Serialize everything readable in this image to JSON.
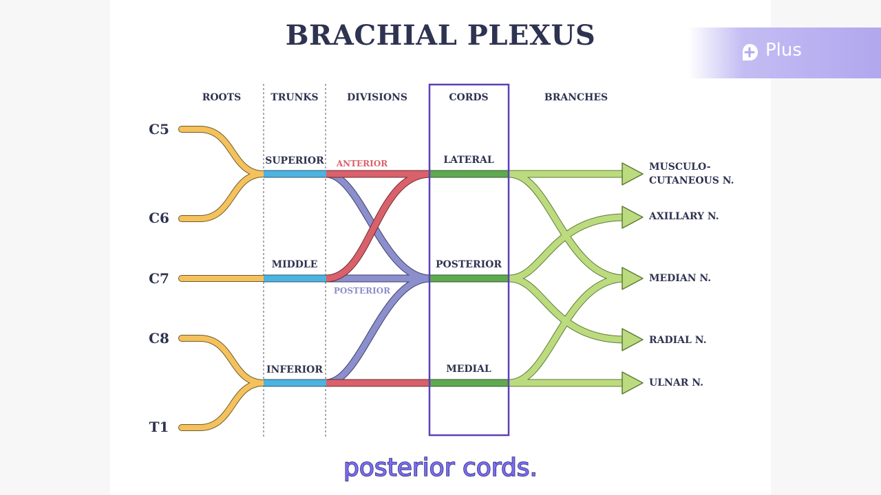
{
  "title": "BRACHIAL PLEXUS",
  "badge": {
    "label": "Plus",
    "logo_icon": "plus-logo-icon"
  },
  "columns": {
    "roots": "ROOTS",
    "trunks": "TRUNKS",
    "divisions": "DIVISIONS",
    "cords": "CORDS",
    "branches": "BRANCHES"
  },
  "roots": [
    "C5",
    "C6",
    "C7",
    "C8",
    "T1"
  ],
  "trunks": {
    "superior": "SUPERIOR",
    "middle": "MIDDLE",
    "inferior": "INFERIOR"
  },
  "divisions": {
    "anterior": "ANTERIOR",
    "posterior": "POSTERIOR"
  },
  "cords": {
    "lateral": "LATERAL",
    "posterior": "POSTERIOR",
    "medial": "MEDIAL"
  },
  "branches": {
    "musculocutaneous_1": "MUSCULO-",
    "musculocutaneous_2": "CUTANEOUS N.",
    "axillary": "AXILLARY N.",
    "median": "MEDIAN N.",
    "radial": "RADIAL N.",
    "ulnar": "ULNAR N."
  },
  "colors": {
    "roots": "#f5c15c",
    "trunks": "#4db3e0",
    "anterior": "#d9616b",
    "posterior": "#8b8fcc",
    "cords": "#5faa50",
    "branches": "#bcdb7e",
    "highlight": "#5b3fb8",
    "text": "#2e3350"
  },
  "caption": "posterior cords."
}
